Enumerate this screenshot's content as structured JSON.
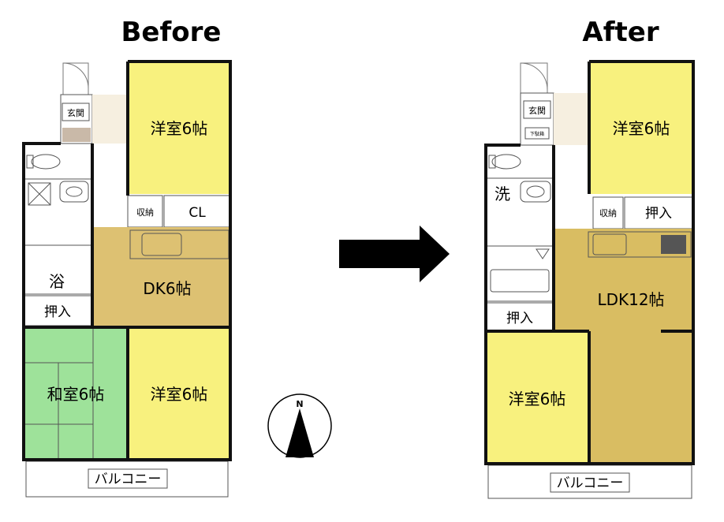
{
  "titles": {
    "before": "Before",
    "after": "After"
  },
  "before": {
    "rooms": {
      "western_top": "洋室6帖",
      "storage_small": "収納",
      "closet": "CL",
      "entrance": "玄関",
      "bath": "浴",
      "oshiire": "押入",
      "dk": "DK6帖",
      "washitsu": "和室6帖",
      "western_bottom": "洋室6帖",
      "balcony": "バルコニー"
    }
  },
  "after": {
    "rooms": {
      "western_top": "洋室6帖",
      "storage_small": "収納",
      "oshiire_top": "押入",
      "entrance": "玄関",
      "shoebox": "下駄箱",
      "washroom": "洗",
      "oshiire": "押入",
      "ldk": "LDK12帖",
      "western_bottom": "洋室6帖",
      "balcony": "バルコニー"
    }
  },
  "compass": {
    "label": "N"
  },
  "colors": {
    "yellow": "#f8f17e",
    "pink": "#f7cfd2",
    "cyan": "#b9eef5",
    "green": "#9ee29a",
    "kitchen": "#ddc172",
    "ldk": "#d9bd62",
    "entrance": "#d6d0c8",
    "balcony": "#e6e6e6"
  }
}
